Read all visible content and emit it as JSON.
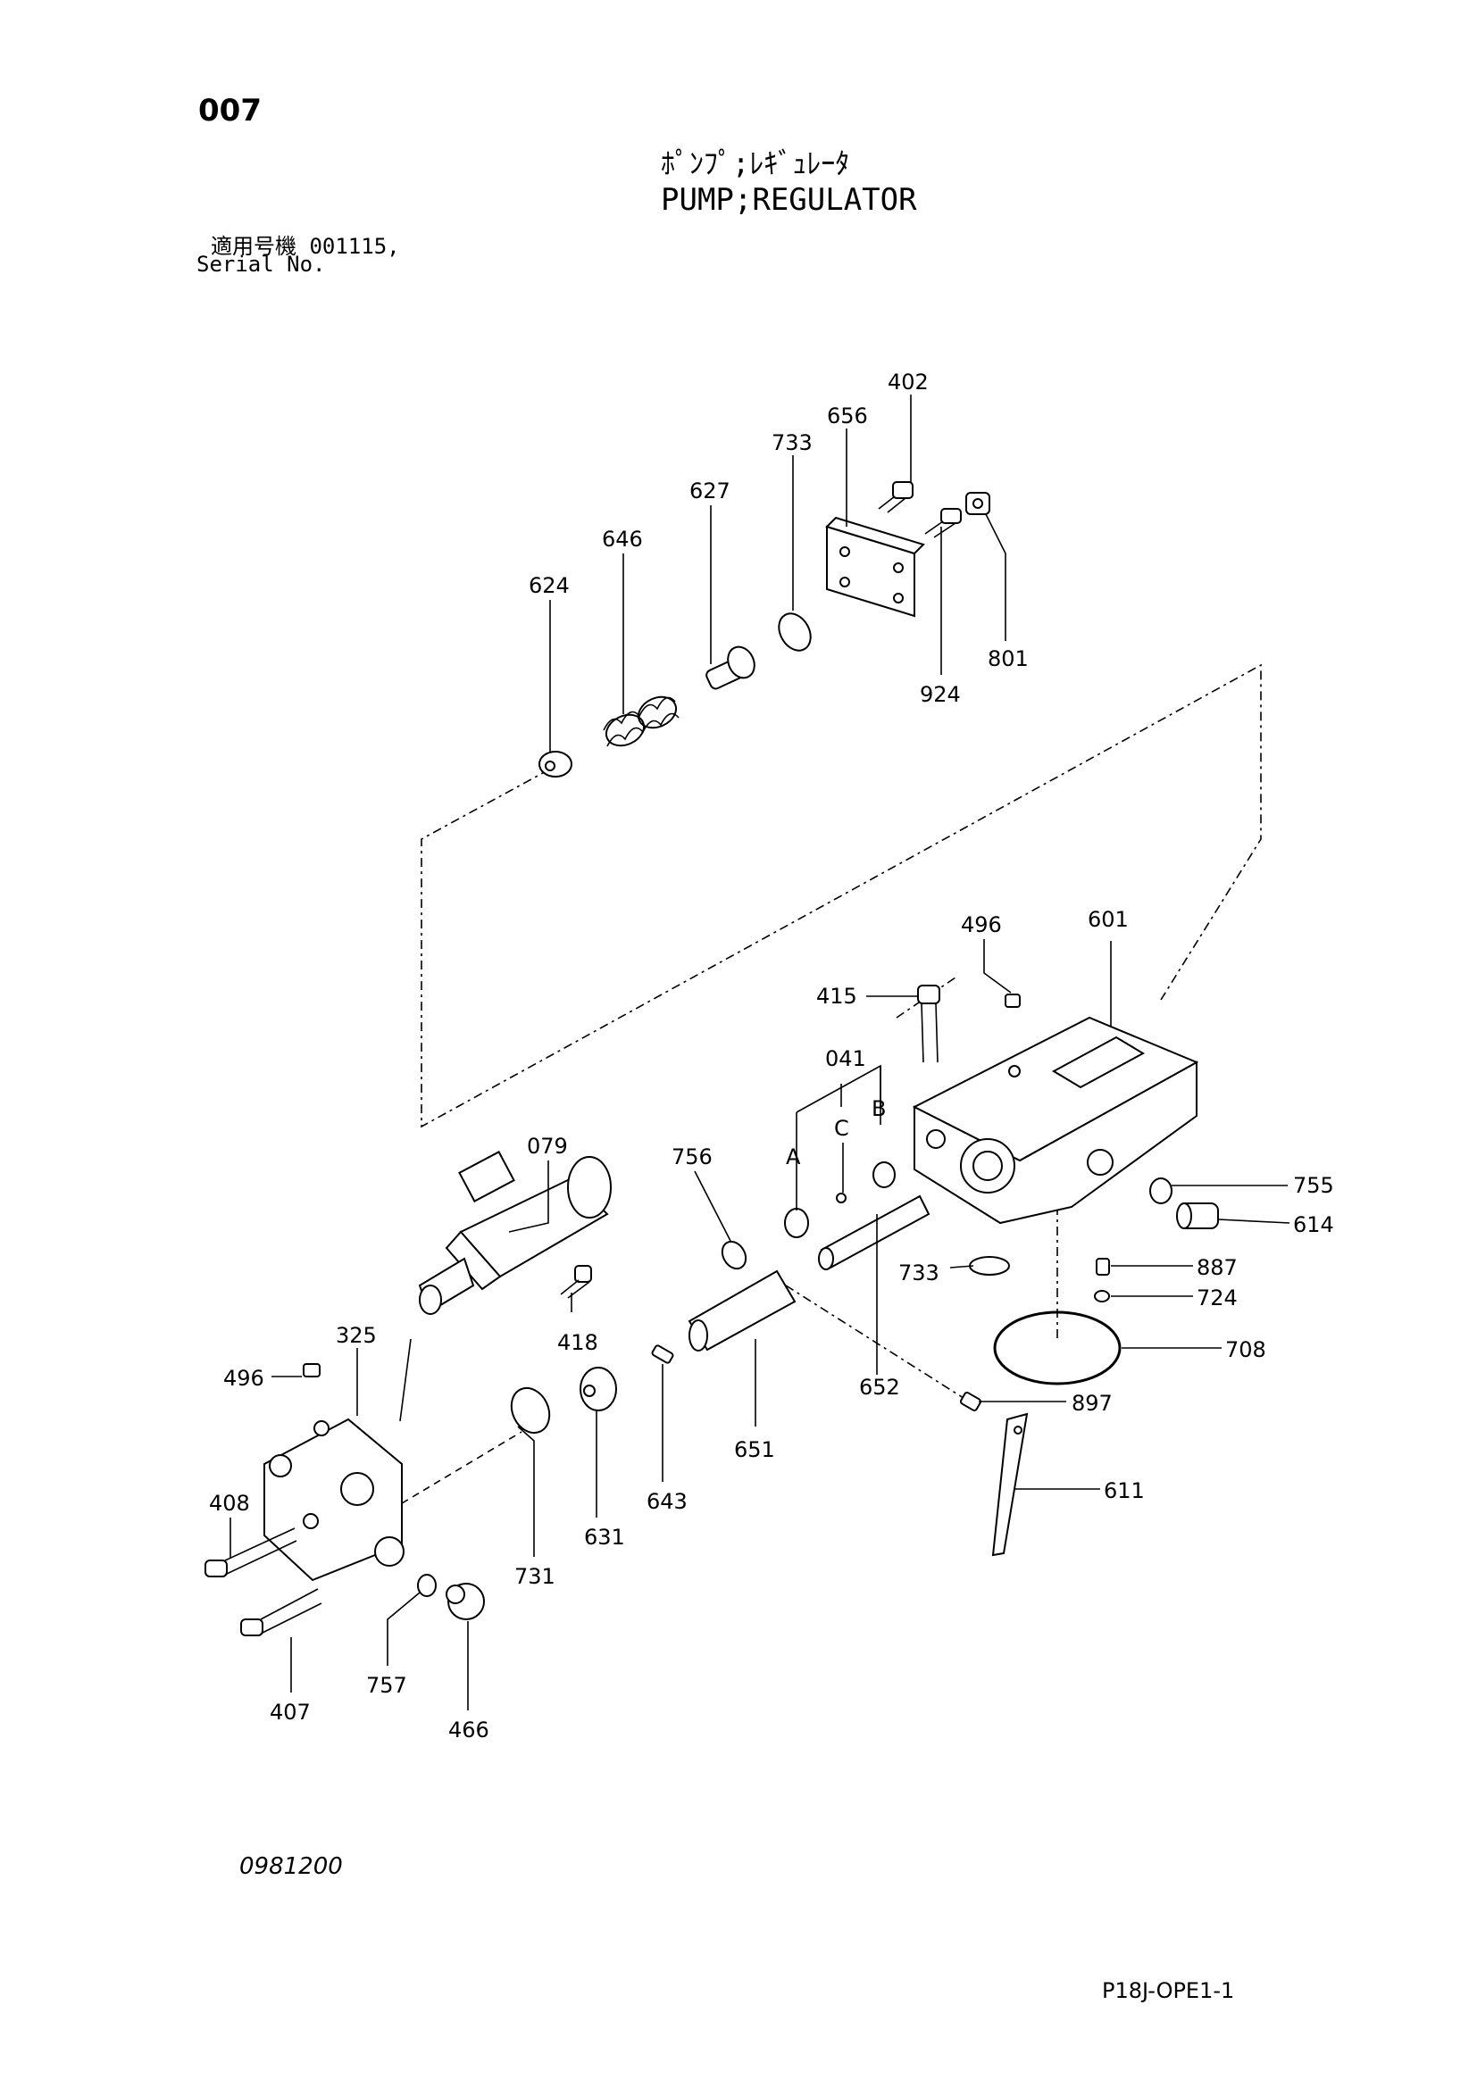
{
  "header": {
    "page_number": "007",
    "title_jp": "ﾎﾟﾝﾌﾟ;ﾚｷﾞｭﾚｰﾀ",
    "title_en": "PUMP;REGULATOR",
    "serial_jp": "適用号機  001115,",
    "serial_en": "Serial No."
  },
  "footer": {
    "drawing_no": "0981200",
    "sheet_id": "P18J-OPE1-1"
  },
  "callouts": {
    "p402": "402",
    "p656": "656",
    "p733a": "733",
    "p627": "627",
    "p646": "646",
    "p624": "624",
    "p801": "801",
    "p924": "924",
    "p496a": "496",
    "p601": "601",
    "p415": "415",
    "p041": "041",
    "pA": "A",
    "pB": "B",
    "pC": "C",
    "p079": "079",
    "p756": "756",
    "p755": "755",
    "p614": "614",
    "p887": "887",
    "p733b": "733",
    "p724": "724",
    "p708": "708",
    "p325": "325",
    "p418": "418",
    "p496b": "496",
    "p652": "652",
    "p897": "897",
    "p651": "651",
    "p611": "611",
    "p408": "408",
    "p631": "631",
    "p643": "643",
    "p731": "731",
    "p407": "407",
    "p757": "757",
    "p466": "466"
  }
}
